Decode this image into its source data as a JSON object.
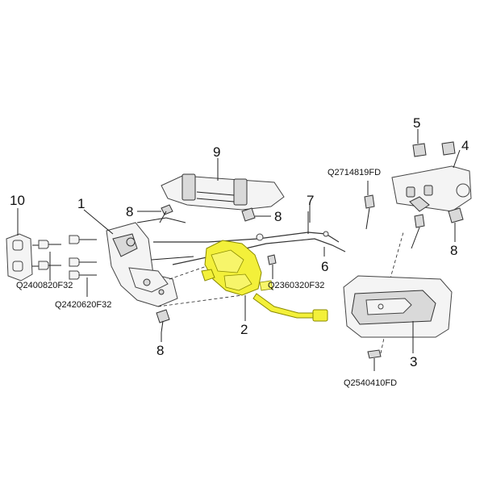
{
  "callouts": {
    "n1": "1",
    "n2": "2",
    "n3": "3",
    "n4": "4",
    "n5": "5",
    "n6": "6",
    "n7": "7",
    "n8a": "8",
    "n8b": "8",
    "n8c": "8",
    "n8d": "8",
    "n9": "9",
    "n10": "10"
  },
  "part_codes": {
    "q2400820f32": "Q2400820F32",
    "q2420620f32": "Q2420620F32",
    "q2360320f32": "Q2360320F32",
    "q2714819fd": "Q2714819FD",
    "q2540410fd": "Q2540410FD"
  },
  "colors": {
    "highlight": "#f3f03a",
    "line": "#222222"
  }
}
